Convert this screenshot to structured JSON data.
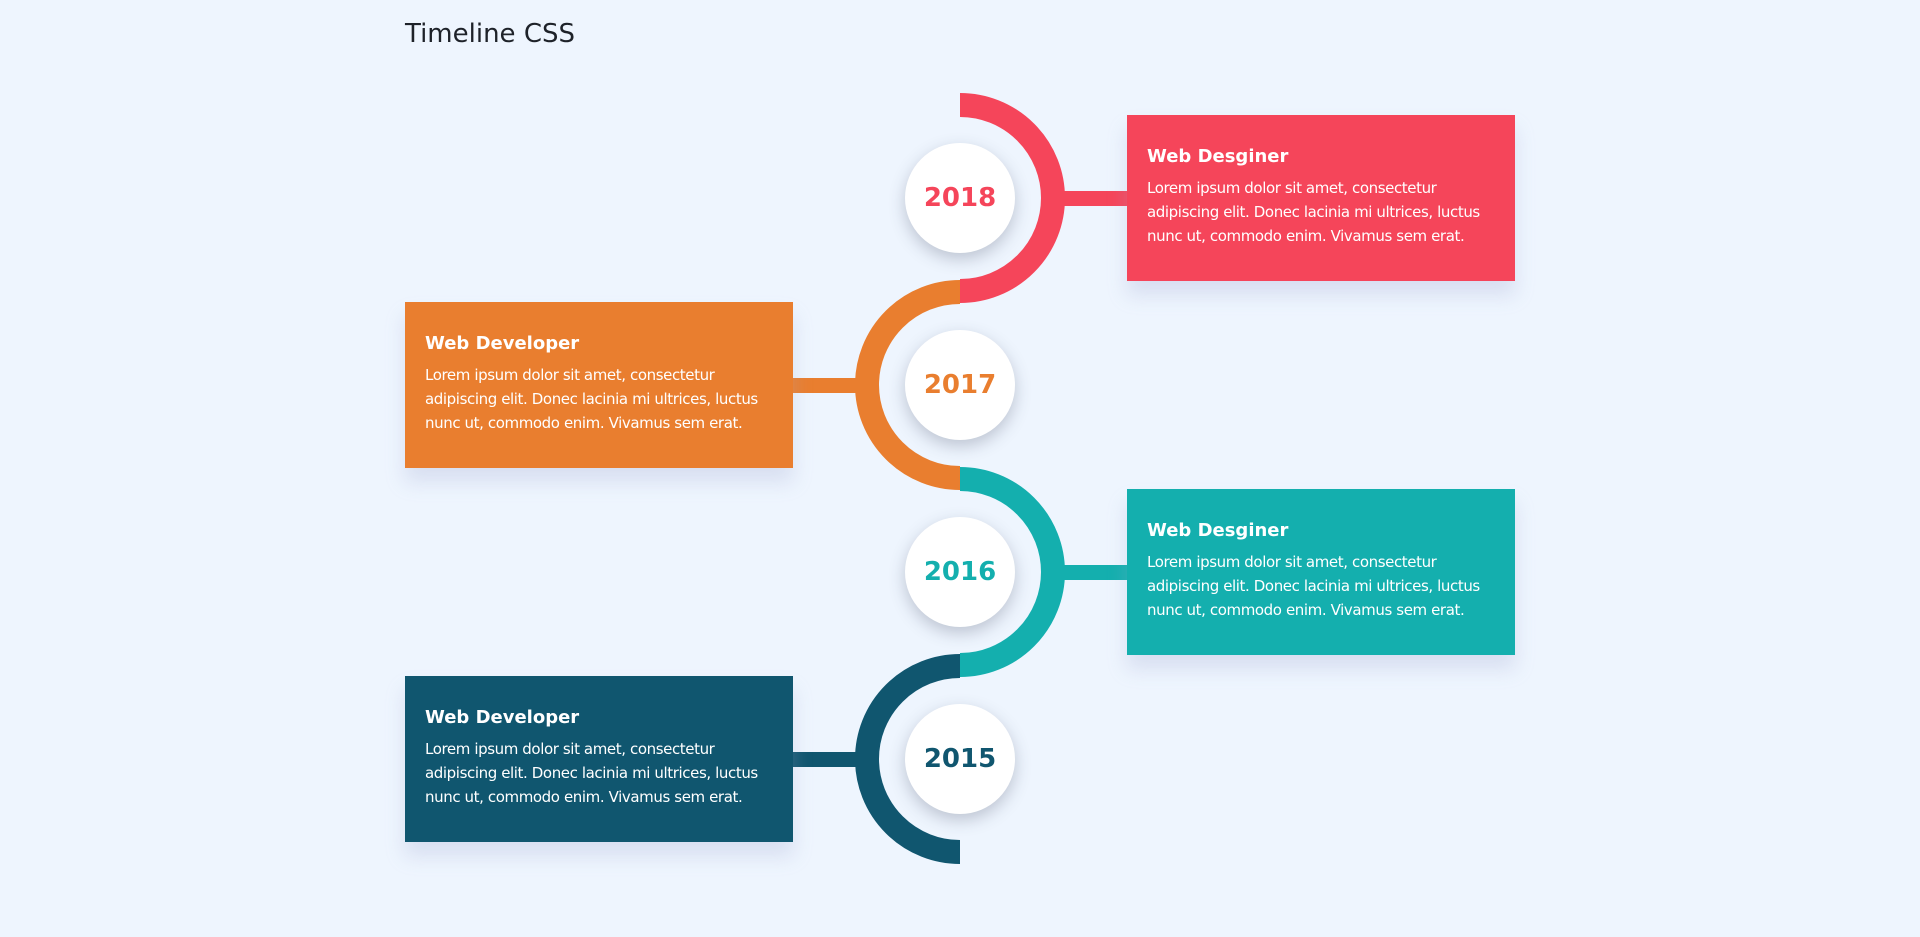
{
  "page": {
    "title": "Timeline CSS",
    "background": "#eef5fe"
  },
  "timeline": [
    {
      "year": "2018",
      "side": "right",
      "color": "#f5455a",
      "title": "Web Desginer",
      "body_lines": [
        "Lorem ipsum dolor sit amet, consectetur",
        "adipiscing elit. Donec lacinia mi ultrices, luctus",
        "nunc ut, commodo enim. Vivamus sem erat."
      ]
    },
    {
      "year": "2017",
      "side": "left",
      "color": "#e97e2f",
      "title": "Web Developer",
      "body_lines": [
        "Lorem ipsum dolor sit amet, consectetur",
        "adipiscing elit. Donec lacinia mi ultrices, luctus",
        "nunc ut, commodo enim. Vivamus sem erat."
      ]
    },
    {
      "year": "2016",
      "side": "right",
      "color": "#14afae",
      "title": "Web Desginer",
      "body_lines": [
        "Lorem ipsum dolor sit amet, consectetur",
        "adipiscing elit. Donec lacinia mi ultrices, luctus",
        "nunc ut, commodo enim. Vivamus sem erat."
      ]
    },
    {
      "year": "2015",
      "side": "left",
      "color": "#10566f",
      "title": "Web Developer",
      "body_lines": [
        "Lorem ipsum dolor sit amet, consectetur",
        "adipiscing elit. Donec lacinia mi ultrices, luctus",
        "nunc ut, commodo enim. Vivamus sem erat."
      ]
    }
  ]
}
